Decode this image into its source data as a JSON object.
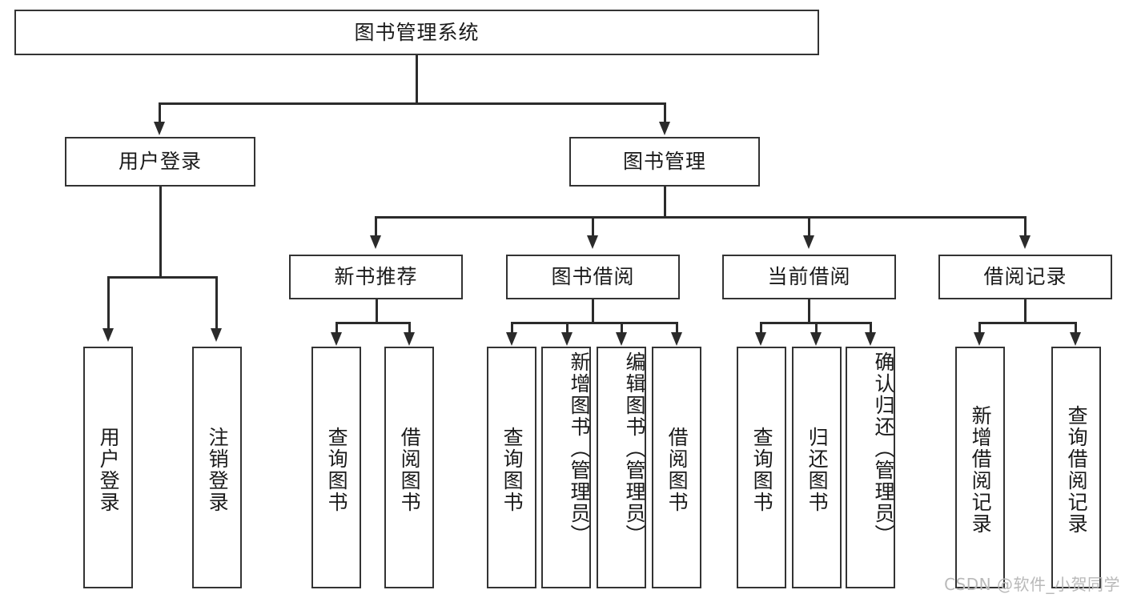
{
  "diagram": {
    "type": "tree-hierarchy",
    "title": "图书管理系统",
    "watermark": "CSDN @软件_小贺同学",
    "levels": {
      "root": {
        "label": "图书管理系统"
      },
      "level2": [
        {
          "id": "user-login",
          "label": "用户登录"
        },
        {
          "id": "book-management",
          "label": "图书管理"
        }
      ],
      "level3": [
        {
          "id": "new-book-recommend",
          "label": "新书推荐",
          "parent": "book-management"
        },
        {
          "id": "book-borrow",
          "label": "图书借阅",
          "parent": "book-management"
        },
        {
          "id": "current-borrow",
          "label": "当前借阅",
          "parent": "book-management"
        },
        {
          "id": "borrow-record",
          "label": "借阅记录",
          "parent": "book-management"
        }
      ],
      "leaves": [
        {
          "id": "leaf-user-login",
          "label": "用户登录",
          "parent": "user-login"
        },
        {
          "id": "leaf-logout",
          "label": "注销登录",
          "parent": "user-login"
        },
        {
          "id": "leaf-query-book-1",
          "label": "查询图书",
          "parent": "new-book-recommend"
        },
        {
          "id": "leaf-borrow-book-1",
          "label": "借阅图书",
          "parent": "new-book-recommend"
        },
        {
          "id": "leaf-query-book-2",
          "label": "查询图书",
          "parent": "book-borrow"
        },
        {
          "id": "leaf-add-book",
          "label": "新增图书（管理员）",
          "parent": "book-borrow"
        },
        {
          "id": "leaf-edit-book",
          "label": "编辑图书（管理员）",
          "parent": "book-borrow"
        },
        {
          "id": "leaf-borrow-book-2",
          "label": "借阅图书",
          "parent": "book-borrow"
        },
        {
          "id": "leaf-query-book-3",
          "label": "查询图书",
          "parent": "current-borrow"
        },
        {
          "id": "leaf-return-book",
          "label": "归还图书",
          "parent": "current-borrow"
        },
        {
          "id": "leaf-confirm-return",
          "label": "确认归还（管理员）",
          "parent": "current-borrow"
        },
        {
          "id": "leaf-add-record",
          "label": "新增借阅记录",
          "parent": "borrow-record"
        },
        {
          "id": "leaf-query-record",
          "label": "查询借阅记录",
          "parent": "borrow-record"
        }
      ]
    },
    "colors": {
      "stroke": "#333333",
      "connector": "#2b2b2b",
      "background": "#ffffff",
      "text": "#1a1a1a",
      "watermark": "#b9b9b9"
    }
  }
}
